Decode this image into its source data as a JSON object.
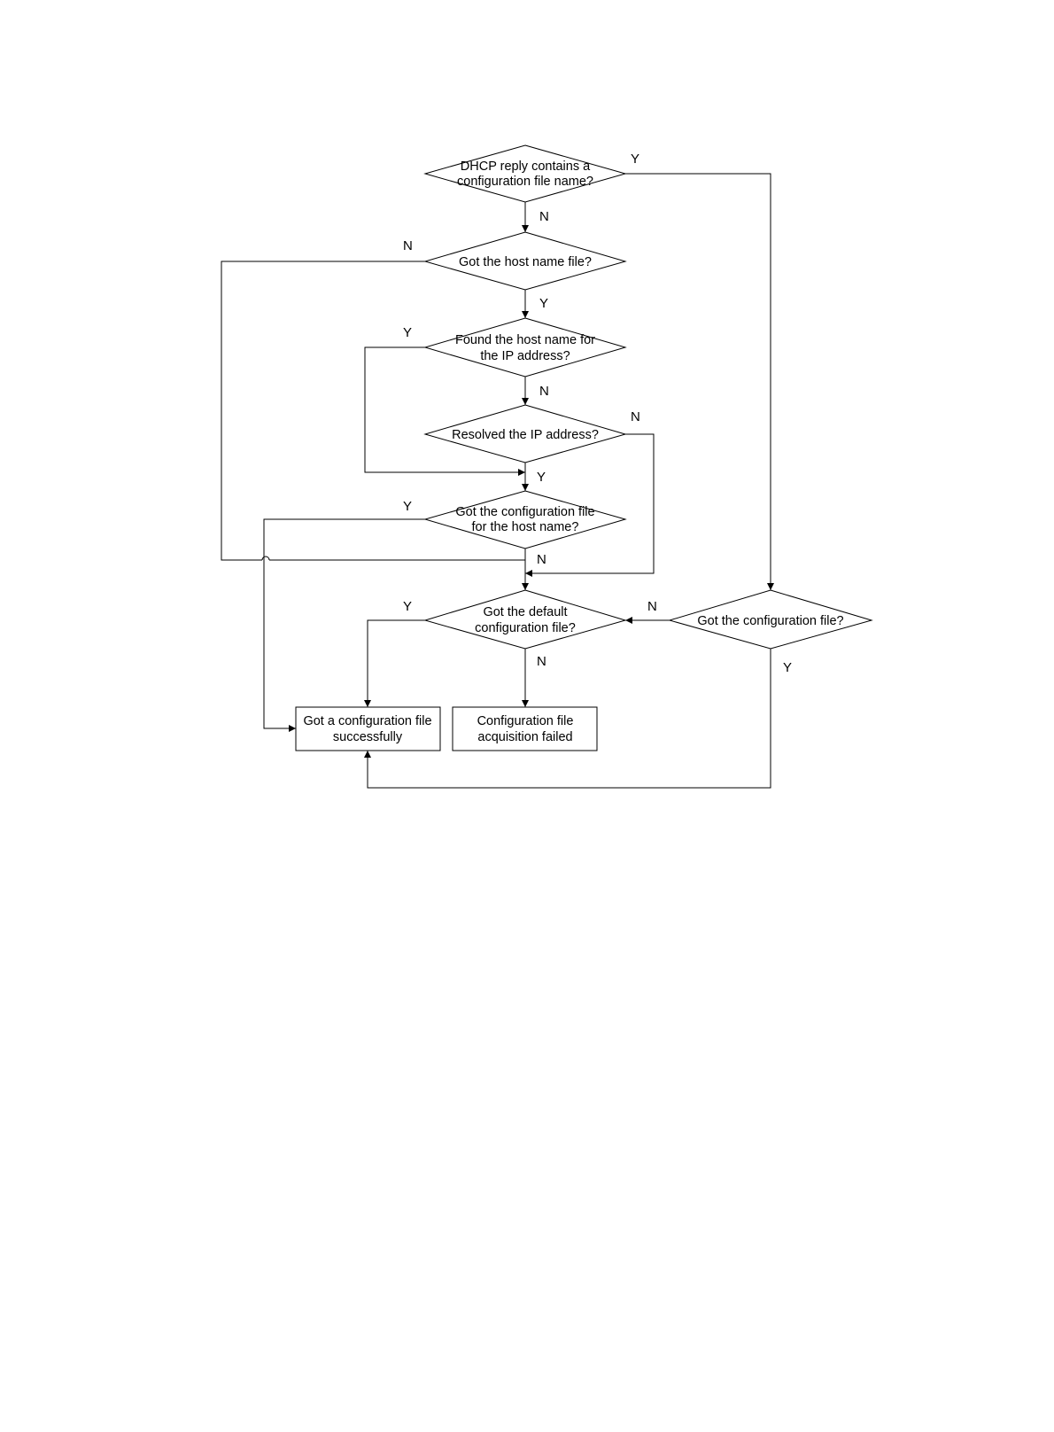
{
  "diagram": {
    "decisions": {
      "dhcp_reply": [
        "DHCP reply contains a",
        "configuration file name?"
      ],
      "host_name_file": [
        "Got the host name file?"
      ],
      "found_host_name": [
        "Found the host name for",
        "the IP address?"
      ],
      "resolved_ip": [
        "Resolved the IP address?"
      ],
      "config_for_host": [
        "Got the configuration file",
        "for the host name?"
      ],
      "default_config": [
        "Got the default",
        "configuration file?"
      ],
      "got_config": [
        "Got the configuration file?"
      ]
    },
    "terminals": {
      "success": [
        "Got a configuration file",
        "successfully"
      ],
      "failed": [
        "Configuration file",
        "acquisition failed"
      ]
    },
    "edge_labels": {
      "yes": "Y",
      "no": "N"
    }
  }
}
